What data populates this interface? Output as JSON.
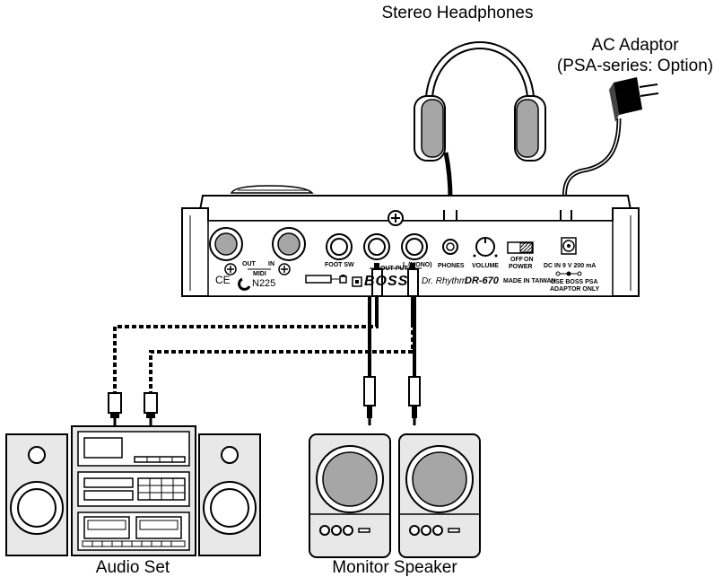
{
  "labels": {
    "headphones": "Stereo Headphones",
    "adaptor_line1": "AC Adaptor",
    "adaptor_line2": "(PSA-series: Option)",
    "audio_set": "Audio Set",
    "monitor_speaker": "Monitor Speaker"
  },
  "panel": {
    "midi_out": "OUT",
    "midi_in": "IN",
    "midi": "MIDI",
    "ce_mark": "CE",
    "n225": "N225",
    "foot_sw": "FOOT SW",
    "output": "OUT PUT",
    "l_mono": "L (MONO)",
    "phones": "PHONES",
    "volume": "VOLUME",
    "off": "OFF",
    "on": "ON",
    "power": "POWER",
    "dc_in": "DC IN 9 V 200 mA",
    "use_boss_line1": "USE BOSS PSA",
    "use_boss_line2": "ADAPTOR ONLY",
    "brand": "BOSS",
    "product_script": "Dr. Rhythm",
    "model": "DR-670",
    "made_in": "MADE IN TAIWAN"
  },
  "colors": {
    "ink": "#000000",
    "paper": "#ffffff",
    "grey": "#a6a6a6",
    "shade": "#e8e8e8"
  }
}
